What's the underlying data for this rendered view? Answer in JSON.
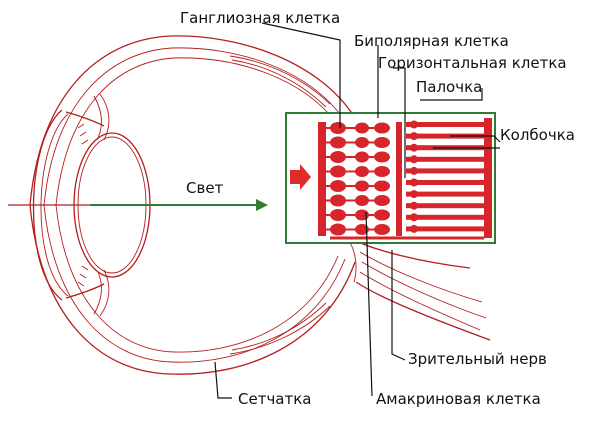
{
  "labels": {
    "ganglion": "Ганглиозная клетка",
    "bipolar": "Биполярная клетка",
    "horizontal": "Горизонтальная клетка",
    "rod": "Палочка",
    "cone": "Колбочка",
    "light": "Свет",
    "optic_nerve": "Зрительный нерв",
    "retina": "Сетчатка",
    "amacrine": "Амакриновая клетка"
  },
  "colors": {
    "eye_line": "#b41e1e",
    "cell_fill": "#d6262b",
    "inset_border": "#2f7d32",
    "light_arrow": "#2e7d32",
    "label_text": "#111111"
  },
  "icons": {
    "light_direction": "arrow-right-icon"
  }
}
